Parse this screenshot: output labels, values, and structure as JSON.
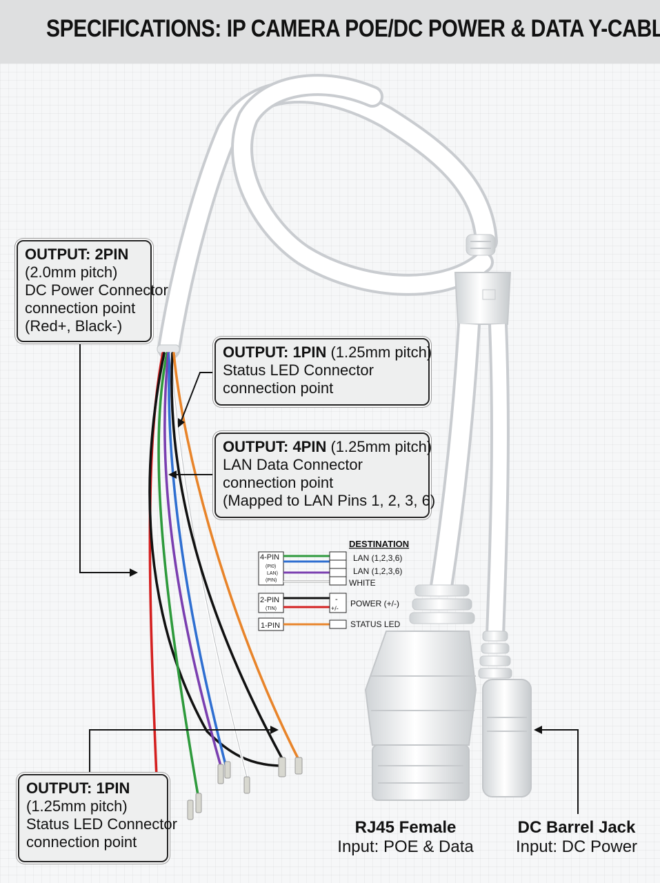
{
  "title": "SPECIFICATIONS: IP CAMERA POE/DC POWER & DATA Y-CABLE",
  "callouts": {
    "two_pin": {
      "heading": "OUTPUT: 2PIN",
      "lines": [
        "(2.0mm pitch)",
        "DC Power Connector",
        "connection point",
        "(Red+, Black-)"
      ]
    },
    "one_pin_top": {
      "heading": "OUTPUT: 1PIN",
      "heading_suffix": " (1.25mm pitch)",
      "lines": [
        "Status LED Connector",
        "connection point"
      ]
    },
    "four_pin": {
      "heading": "OUTPUT: 4PIN",
      "heading_suffix": " (1.25mm pitch)",
      "lines": [
        "LAN Data Connector",
        "connection point",
        "(Mapped to LAN Pins 1, 2, 3, 6)"
      ]
    },
    "one_pin_bottom": {
      "heading": "OUTPUT: 1PIN",
      "lines": [
        "(1.25mm pitch)",
        "Status LED Connector",
        "connection point"
      ]
    }
  },
  "wiring_diagram": {
    "destination_header": "DESTINATION",
    "groups": [
      {
        "label": "4-PIN",
        "sublabels": [
          "(PI0)",
          "LAN)",
          "(PIN)"
        ]
      },
      {
        "label": "2-PIN",
        "sublabels": [
          "(TIN)"
        ]
      },
      {
        "label": "1-PIN",
        "sublabels": []
      }
    ],
    "destinations": [
      "LAN (1,2,3,6)",
      "LAN (1,2,3,6)",
      "WHITE",
      "POWER (+/-)",
      "STATUS LED"
    ],
    "power_symbol_top": "-",
    "power_symbol_bottom": "+/-",
    "wire_colors": {
      "green": "#2e9a3c",
      "blue": "#2f6fd1",
      "purple": "#7a3fb0",
      "white": "#ffffff",
      "black": "#111111",
      "red": "#d42020",
      "orange": "#e8842a"
    }
  },
  "bottom_labels": {
    "rj45": {
      "title": "RJ45 Female",
      "subtitle": "Input: POE & Data"
    },
    "dc": {
      "title": "DC Barrel Jack",
      "subtitle": "Input: DC Power"
    }
  }
}
